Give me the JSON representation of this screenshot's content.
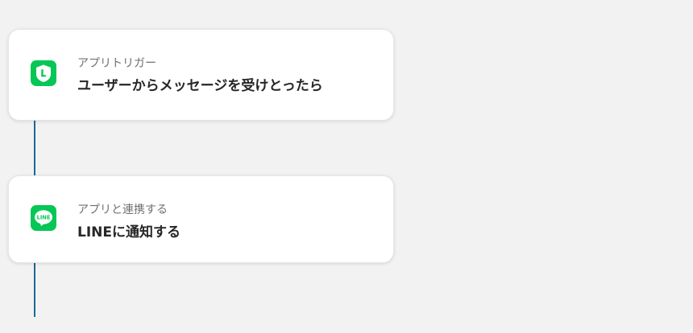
{
  "flow": {
    "steps": [
      {
        "kind_label": "アプリトリガー",
        "title": "ユーザーからメッセージを受けとったら",
        "icon": "line-official-account-icon",
        "icon_color": "#06c755"
      },
      {
        "kind_label": "アプリと連携する",
        "title": "LINEに通知する",
        "icon": "line-icon",
        "icon_color": "#06c755"
      }
    ],
    "connector_color": "#1a6a95"
  }
}
